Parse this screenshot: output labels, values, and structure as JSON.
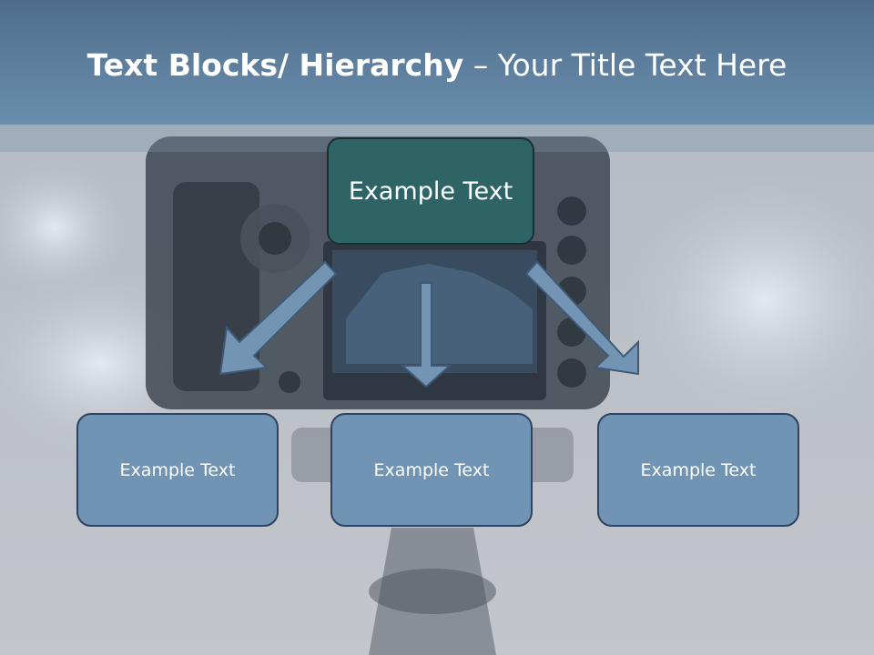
{
  "title": {
    "bold": "Text Blocks/ Hierarchy",
    "rest": " – Your Title Text Here"
  },
  "top_box": {
    "label": "Example Text"
  },
  "child_boxes": [
    {
      "label": "Example Text"
    },
    {
      "label": "Example Text"
    },
    {
      "label": "Example Text"
    }
  ],
  "colors": {
    "title_bar": "#5b7c9c",
    "top_box_fill": "#2f6466",
    "child_box_fill": "#7193b4",
    "arrow_fill": "#7494b4",
    "arrow_stroke": "#3f5a78"
  }
}
